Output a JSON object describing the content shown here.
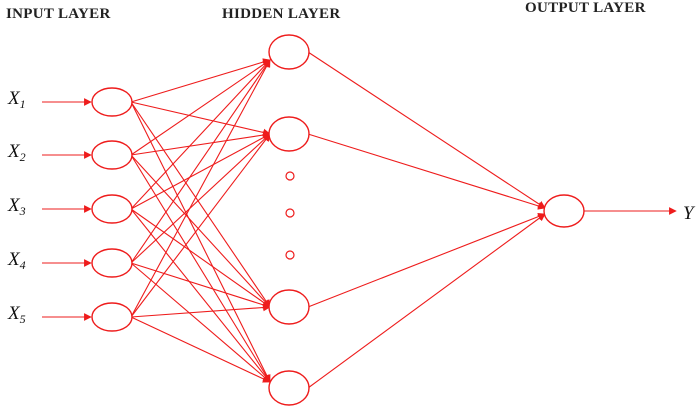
{
  "labels": {
    "input_layer": "INPUT LAYER",
    "hidden_layer": "HIDDEN LAYER",
    "output_layer": "OUTPUT LAYER"
  },
  "inputs": [
    {
      "base": "X",
      "sub": "1"
    },
    {
      "base": "X",
      "sub": "2"
    },
    {
      "base": "X",
      "sub": "3"
    },
    {
      "base": "X",
      "sub": "4"
    },
    {
      "base": "X",
      "sub": "5"
    }
  ],
  "output": {
    "label": "Y"
  },
  "colors": {
    "line": "#ee1c1c",
    "text": "#111111"
  }
}
